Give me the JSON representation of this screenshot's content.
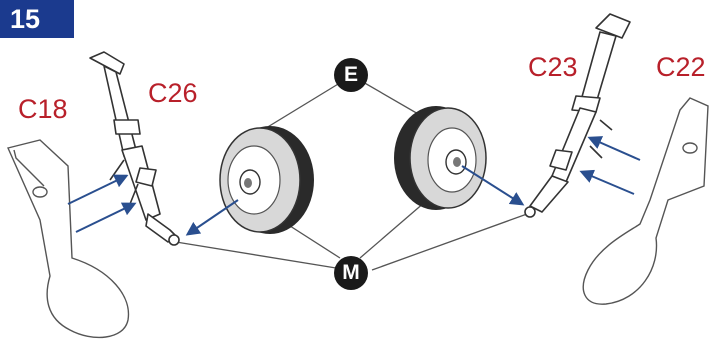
{
  "step": "15",
  "parts": {
    "c18": "C18",
    "c26": "C26",
    "c23": "C23",
    "c22": "C22"
  },
  "markers": {
    "e": "E",
    "m": "M"
  },
  "colors": {
    "badge": "#1b3a8e",
    "label": "#b8202a",
    "arrow": "#2a4f8f",
    "line": "#555555"
  }
}
